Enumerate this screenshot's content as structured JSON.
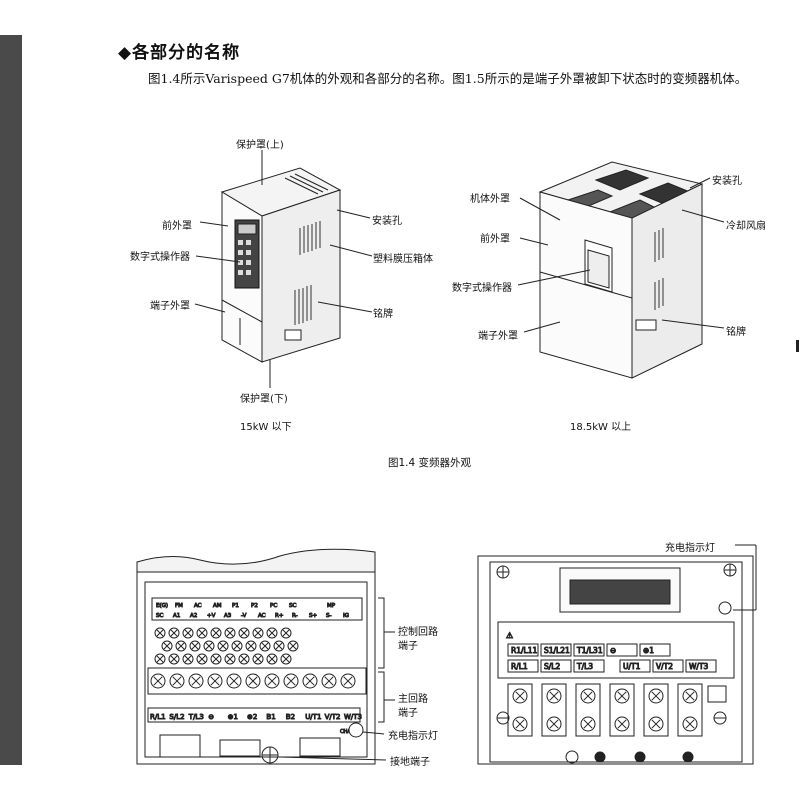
{
  "section": {
    "bullet": "◆",
    "heading": "各部分的名称",
    "intro": "图1.4所示Varispeed G7机体的外观和各部分的名称。图1.5所示的是端子外罩被卸下状态时的变频器机体。"
  },
  "figure14": {
    "caption": "图1.4 变频器外观",
    "left": {
      "caption": "15kW 以下",
      "labels": {
        "top_cover": "保护罩(上)",
        "front_cover": "前外罩",
        "operator": "数字式操作器",
        "terminal_cover": "端子外罩",
        "mount_hole": "安装孔",
        "plastic_case": "塑料膜压箱体",
        "nameplate": "铭牌",
        "bottom_cover": "保护罩(下)"
      }
    },
    "right": {
      "caption": "18.5kW 以上",
      "labels": {
        "body_cover": "机体外罩",
        "front_cover": "前外罩",
        "operator": "数字式操作器",
        "terminal_cover": "端子外罩",
        "mount_hole": "安装孔",
        "cooling_fan": "冷却风扇",
        "nameplate": "铭牌"
      }
    }
  },
  "figure15": {
    "left": {
      "control_circuit": "控制回路\n端子",
      "main_circuit": "主回路\n端子",
      "charge_lamp": "充电指示灯",
      "ground_terminal": "接地端子",
      "control_row1": [
        "E(G)",
        "FM",
        "AC",
        "AM",
        "P1",
        "P2",
        "PC",
        "SC",
        "",
        "MP"
      ],
      "control_row2": [
        "SC",
        "A1",
        "A2",
        "+V",
        "A3",
        "-V",
        "AC",
        "R+",
        "R-",
        "S+",
        "S-",
        "IG"
      ],
      "main_row": [
        "R/L1",
        "S/L2",
        "T/L3",
        "⊖",
        "⊕1",
        "⊕2",
        "B1",
        "B2",
        "U/T1",
        "V/T2",
        "W/T3"
      ],
      "charge_text": "CHARGE"
    },
    "right": {
      "charge_lamp": "充电指示灯",
      "row1": [
        "R1/L11",
        "S1/L21",
        "T1/L31",
        "⊖",
        "⊕1"
      ],
      "row2": [
        "R/L1",
        "S/L2",
        "T/L3",
        "U/T1",
        "V/T2",
        "W/T3"
      ],
      "warn": "⚠"
    }
  }
}
